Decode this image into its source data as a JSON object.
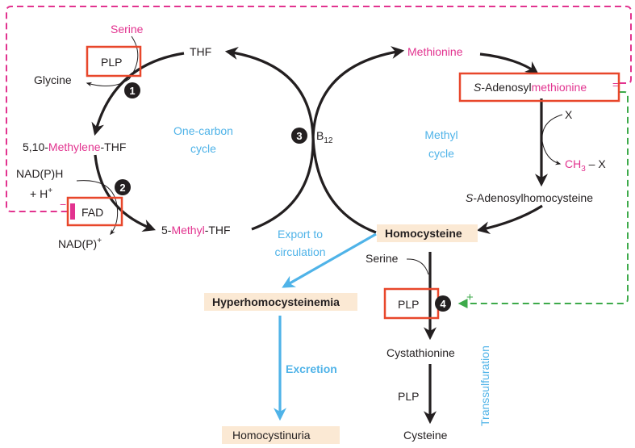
{
  "colors": {
    "black": "#231f20",
    "pink": "#e2338f",
    "blue": "#4fb3e8",
    "red_box": "#e8472b",
    "green": "#3daa4a",
    "beige": "#fbe9d4"
  },
  "one_carbon_cycle": {
    "label_line1": "One-carbon",
    "label_line2": "cycle",
    "thf": "THF",
    "serine": "Serine",
    "plp": "PLP",
    "glycine": "Glycine",
    "methylene_thf": {
      "prefix": "5,10-",
      "highlight": "Methylene",
      "suffix": "-THF"
    },
    "nadph_line1": "NAD(P)H",
    "nadph_line2": "+ H",
    "nadph_sup": "+",
    "fad": "FAD",
    "nadp": "NAD(P)",
    "nadp_sup": "+",
    "methyl_thf": {
      "prefix": "5-",
      "highlight": "Methyl",
      "suffix": "-THF"
    }
  },
  "steps": {
    "step1": "1",
    "step2": "2",
    "step3": "3",
    "step4": "4"
  },
  "b12": {
    "base": "B",
    "sub": "12"
  },
  "methyl_cycle": {
    "label_line1": "Methyl",
    "label_line2": "cycle",
    "methionine": "Methionine",
    "sam": {
      "prefix_italic": "S",
      "prefix": "-Adenosyl",
      "highlight": "methionine"
    },
    "x": "X",
    "ch3x": {
      "ch": "CH",
      "sub": "3",
      "suffix": " – X"
    },
    "sah": {
      "prefix_italic": "S",
      "rest": "-Adenosylhomocysteine"
    }
  },
  "homocysteine": "Homocysteine",
  "export": {
    "line1": "Export to",
    "line2": "circulation"
  },
  "hyperhomocysteinemia": "Hyperhomocysteinemia",
  "excretion": "Excretion",
  "homocystinuria": "Homocystinuria",
  "transsulfuration": {
    "label": "Transsulfuration",
    "serine": "Serine",
    "plp_box": "PLP",
    "cystathionine": "Cystathionine",
    "plp": "PLP",
    "cysteine": "Cysteine"
  },
  "regulation": {
    "inhibit_sign": "−",
    "activate_sign": "+"
  }
}
